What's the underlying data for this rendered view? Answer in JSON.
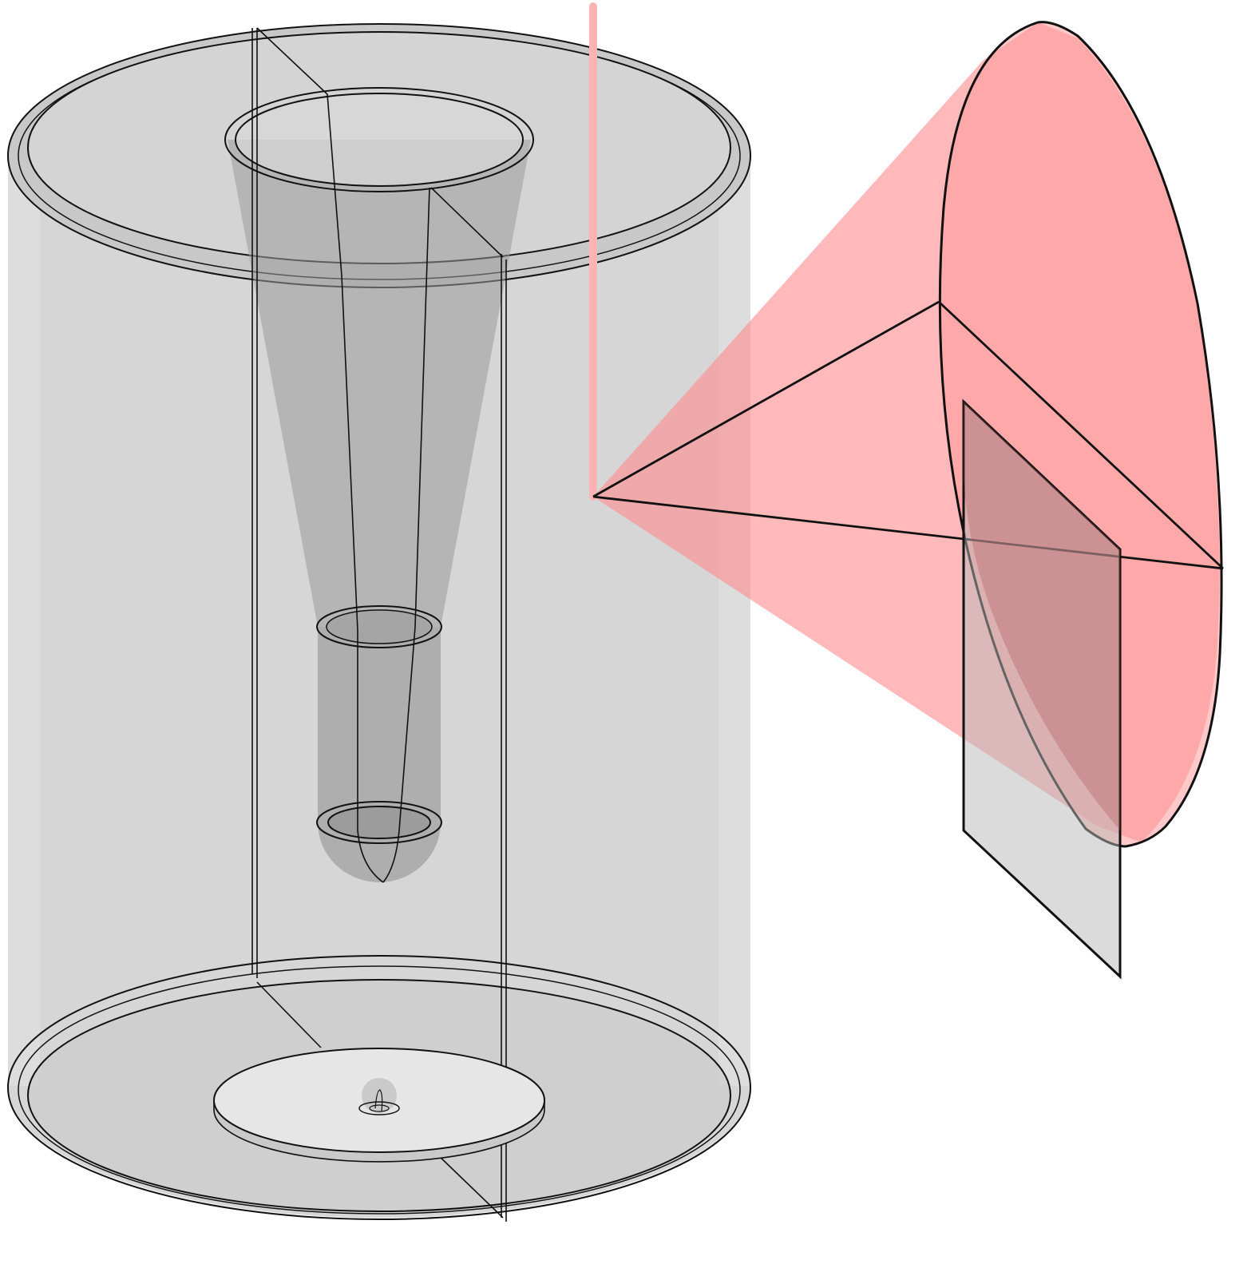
{
  "colors": {
    "background": "#ffffff",
    "body_fill": "#cfcfcf",
    "body_dark": "#a6a6a6",
    "inner_fill": "#e6e6e6",
    "outline": "#111111",
    "cone_fill": "#ff9a9c",
    "beam": "#ffb3b5",
    "plate_fill": "#d9d9d9"
  },
  "parts": [
    "outer-cylinder",
    "funnel-insert",
    "bottom-disc",
    "section-plane",
    "light-cone",
    "detector-plate",
    "beam-line"
  ]
}
